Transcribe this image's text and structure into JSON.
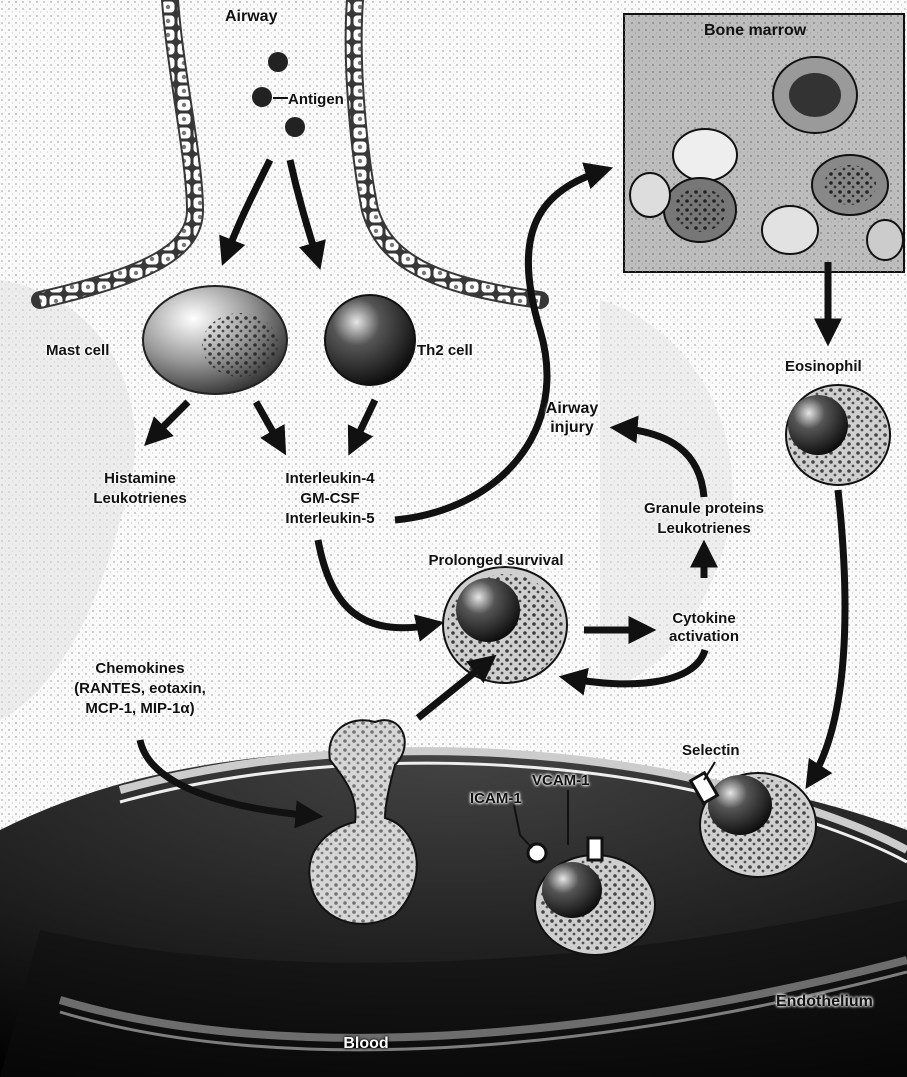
{
  "labels": {
    "airway": "Airway",
    "antigen": "Antigen",
    "bone_marrow": "Bone marrow",
    "mast_cell": "Mast cell",
    "th2_cell": "Th2 cell",
    "eosinophil": "Eosinophil",
    "airway_injury_1": "Airway",
    "airway_injury_2": "injury",
    "histamine": "Histamine",
    "leukotrienes": "Leukotrienes",
    "il4": "Interleukin-4",
    "gmcsf": "GM-CSF",
    "il5": "Interleukin-5",
    "granule_proteins": "Granule proteins",
    "leukotrienes2": "Leukotrienes",
    "prolonged_survival": "Prolonged survival",
    "cytokine": "Cytokine",
    "activation": "activation",
    "chemokines": "Chemokines",
    "chemokines_list_1": "(RANTES, eotaxin,",
    "chemokines_list_2": "MCP-1, MIP-1α)",
    "selectin": "Selectin",
    "vcam1": "VCAM-1",
    "icam1": "ICAM-1",
    "endothelium": "Endothelium",
    "blood": "Blood"
  }
}
